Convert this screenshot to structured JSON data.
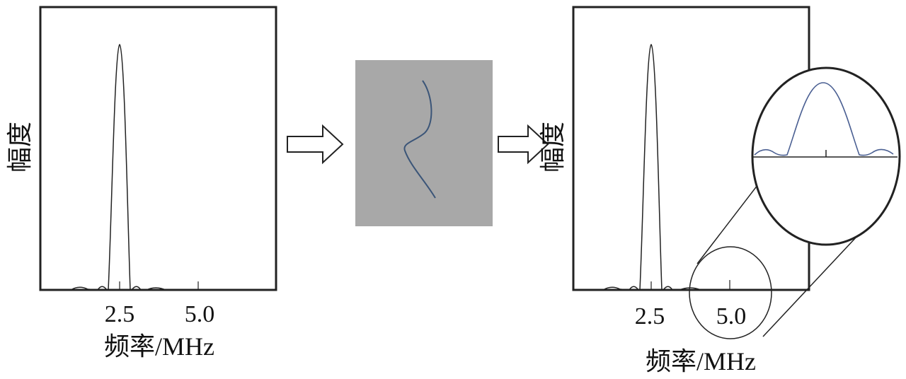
{
  "left_panel": {
    "y_label": "幅度",
    "x_label": "频率/MHz",
    "ticks": [
      "2.5",
      "5.0"
    ]
  },
  "right_panel": {
    "y_label": "幅度",
    "x_label": "频率/MHz",
    "ticks": [
      "2.5",
      "5.0"
    ]
  },
  "middle_box": {
    "fill": "#a8a8a8",
    "curve_color": "#3b5578"
  },
  "colors": {
    "axis": "#222222",
    "spectrum": "#222222",
    "zoom_curve": "#4a5f92"
  },
  "icons": [
    "right-arrow-icon",
    "right-arrow-icon"
  ]
}
